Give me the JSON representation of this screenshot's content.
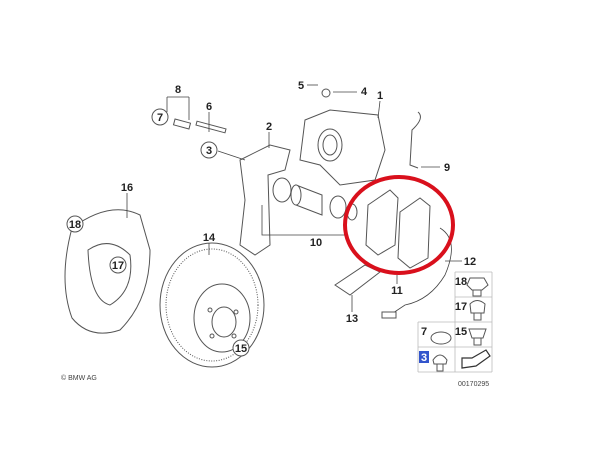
{
  "diagram": {
    "callouts": {
      "c1": "1",
      "c2": "2",
      "c3": "3",
      "c4": "4",
      "c5": "5",
      "c6": "6",
      "c7": "7",
      "c8": "8",
      "c9": "9",
      "c10": "10",
      "c11": "11",
      "c12": "12",
      "c13": "13",
      "c14": "14",
      "c15": "15",
      "c16": "16",
      "c17": "17",
      "c18": "18"
    },
    "legend_table": {
      "items": [
        "18",
        "17",
        "15",
        "7",
        "3"
      ],
      "highlighted_item": "3",
      "drawing_number": "00170295"
    },
    "copyright": "© BMW AG",
    "highlight_circle_color": "#d9101c",
    "highlight_label_color": "#3355cc"
  }
}
